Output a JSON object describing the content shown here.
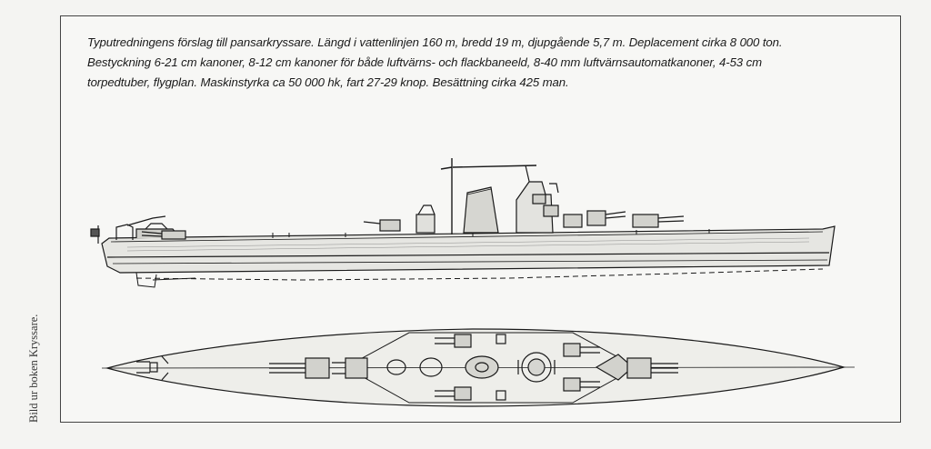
{
  "caption": {
    "line1": "Typutredningens förslag till pansarkryssare. Längd i vattenlinjen 160 m, bredd 19 m, djupgående 5,7 m. Deplacement cirka 8 000  ton.",
    "line2": "Bestyckning 6-21 cm kanoner, 8-12 cm kanoner för både luftvärns- och flackbaneeld, 8-40 mm luftvärnsautomatkanoner, 4-53 cm",
    "line3": "torpedtuber, flygplan. Maskinstyrka ca 50 000 hk, fart 27-29 knop. Besättning cirka 425 man."
  },
  "credit": "Bild ur boken Kryssare.",
  "colors": {
    "ink": "#1a1a1a",
    "paper": "#f7f7f5",
    "hull": "#dcdcd8"
  }
}
